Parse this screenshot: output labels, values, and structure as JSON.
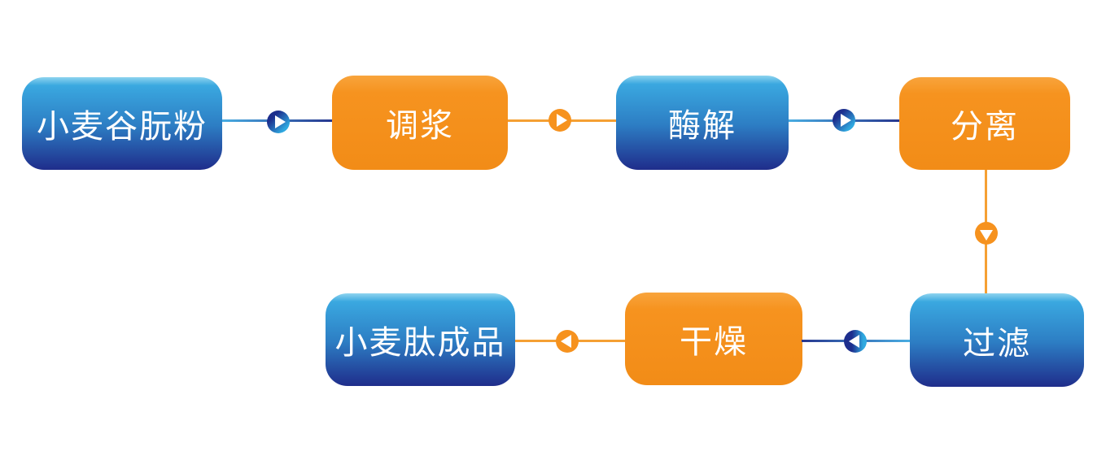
{
  "diagram": {
    "type": "process-flowchart",
    "nodes": [
      {
        "id": "wheat-gluten",
        "label": "小麦谷朊粉",
        "color": "blue"
      },
      {
        "id": "slurry",
        "label": "调浆",
        "color": "orange"
      },
      {
        "id": "enzymolysis",
        "label": "酶解",
        "color": "blue"
      },
      {
        "id": "separation",
        "label": "分离",
        "color": "orange"
      },
      {
        "id": "filtration",
        "label": "过滤",
        "color": "blue"
      },
      {
        "id": "drying",
        "label": "干燥",
        "color": "orange"
      },
      {
        "id": "product",
        "label": "小麦肽成品",
        "color": "blue"
      }
    ],
    "edges": [
      {
        "from": "wheat-gluten",
        "to": "slurry",
        "style": "blue-gradient",
        "direction": "right"
      },
      {
        "from": "slurry",
        "to": "enzymolysis",
        "style": "orange",
        "direction": "right"
      },
      {
        "from": "enzymolysis",
        "to": "separation",
        "style": "blue-gradient",
        "direction": "right"
      },
      {
        "from": "separation",
        "to": "filtration",
        "style": "orange",
        "direction": "down"
      },
      {
        "from": "filtration",
        "to": "drying",
        "style": "blue-gradient",
        "direction": "left"
      },
      {
        "from": "drying",
        "to": "product",
        "style": "orange",
        "direction": "left"
      }
    ],
    "colors": {
      "node_blue_top": "#3aa8e0",
      "node_blue_bottom": "#1f2d8b",
      "node_orange": "#f6921e",
      "edge_blue_light": "#49ade2",
      "edge_blue_dark": "#27378f",
      "edge_orange": "#f5a033",
      "text": "#ffffff"
    }
  }
}
